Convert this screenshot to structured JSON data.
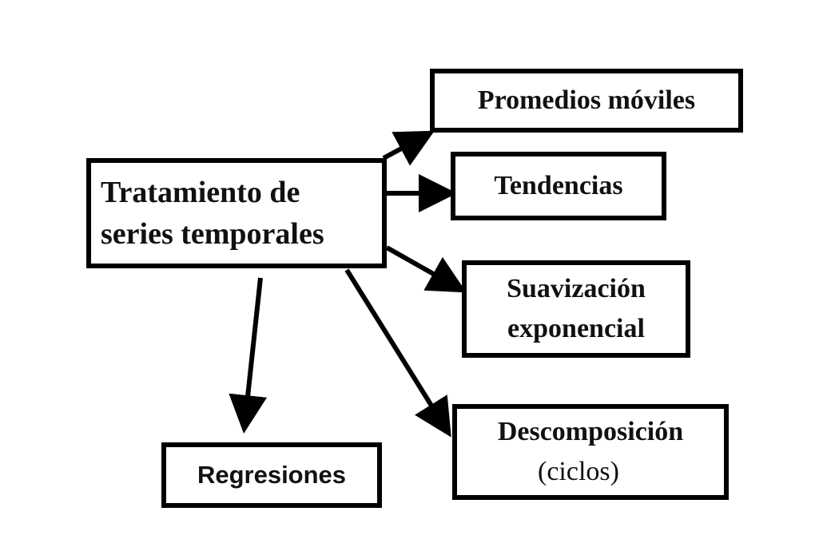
{
  "diagram": {
    "central": {
      "line1": "Tratamiento de",
      "line2": "series temporales"
    },
    "branches": {
      "promedios": "Promedios móviles",
      "tendencias": "Tendencias",
      "suavizacion_line1": "Suavización",
      "suavizacion_line2": "exponencial",
      "descomposicion_line1": "Descomposición",
      "descomposicion_line2": "(ciclos)",
      "regresiones": "Regresiones"
    }
  }
}
